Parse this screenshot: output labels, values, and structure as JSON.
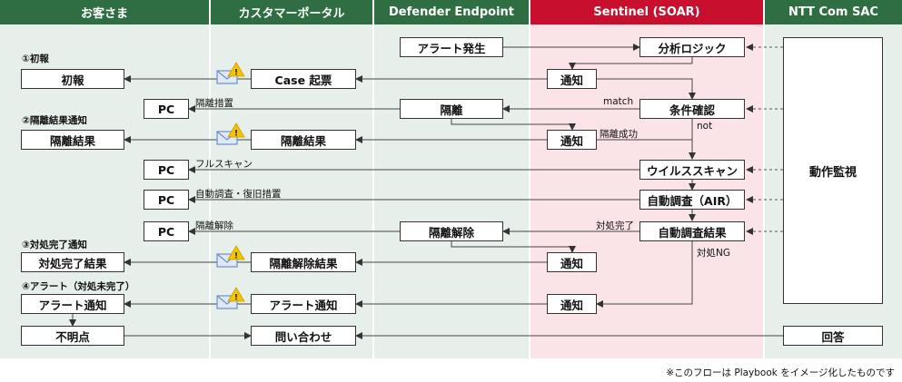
{
  "lanes": [
    {
      "label": "お客さま"
    },
    {
      "label": "カスタマーポータル"
    },
    {
      "label": "Defender Endpoint"
    },
    {
      "label": "Sentinel (SOAR)"
    },
    {
      "label": "NTT Com SAC"
    }
  ],
  "steps": {
    "s1": "①初報",
    "s2": "②隔離結果通知",
    "s3": "③対処完了通知",
    "s4": "④アラート（対処未完了）"
  },
  "boxes": {
    "alert_occur": "アラート発生",
    "analysis_logic": "分析ロジック",
    "notify1": "通知",
    "case_ticket": "Case 起票",
    "first_report": "初報",
    "pc1": "PC",
    "isolate": "隔離",
    "condition_check": "条件確認",
    "notify2": "通知",
    "isolate_result_portal": "隔離結果",
    "isolate_result_customer": "隔離結果",
    "pc2": "PC",
    "virus_scan": "ウイルススキャン",
    "pc3": "PC",
    "auto_investigation": "自動調査（AIR）",
    "pc4": "PC",
    "auto_result": "自動調査結果",
    "unisolate": "隔離解除",
    "notify3": "通知",
    "unisolate_result": "隔離解除結果",
    "done_result": "対処完了結果",
    "notify4": "通知",
    "alert_notify_portal": "アラート通知",
    "alert_notify_customer": "アラート通知",
    "unclear": "不明点",
    "inquiry": "問い合わせ",
    "answer": "回答",
    "monitoring": "動作監視"
  },
  "labels": {
    "isolate_measure": "隔離措置",
    "match": "match",
    "not": "not",
    "isolate_success": "隔離成功",
    "full_scan": "フルスキャン",
    "auto_restore": "自動調査・復旧措置",
    "unisolate_lbl": "隔離解除",
    "done": "対処完了",
    "done_ng": "対処NG"
  },
  "footnote": "※このフローは Playbook をイメージ化したものです",
  "colors": {
    "header_green": "#2f6e43",
    "header_red": "#c8102e",
    "lane_green": "#e7efea",
    "lane_pink": "#fbe4e8",
    "warning_yellow": "#f5c400",
    "mail_blue": "#6d8fc4"
  }
}
